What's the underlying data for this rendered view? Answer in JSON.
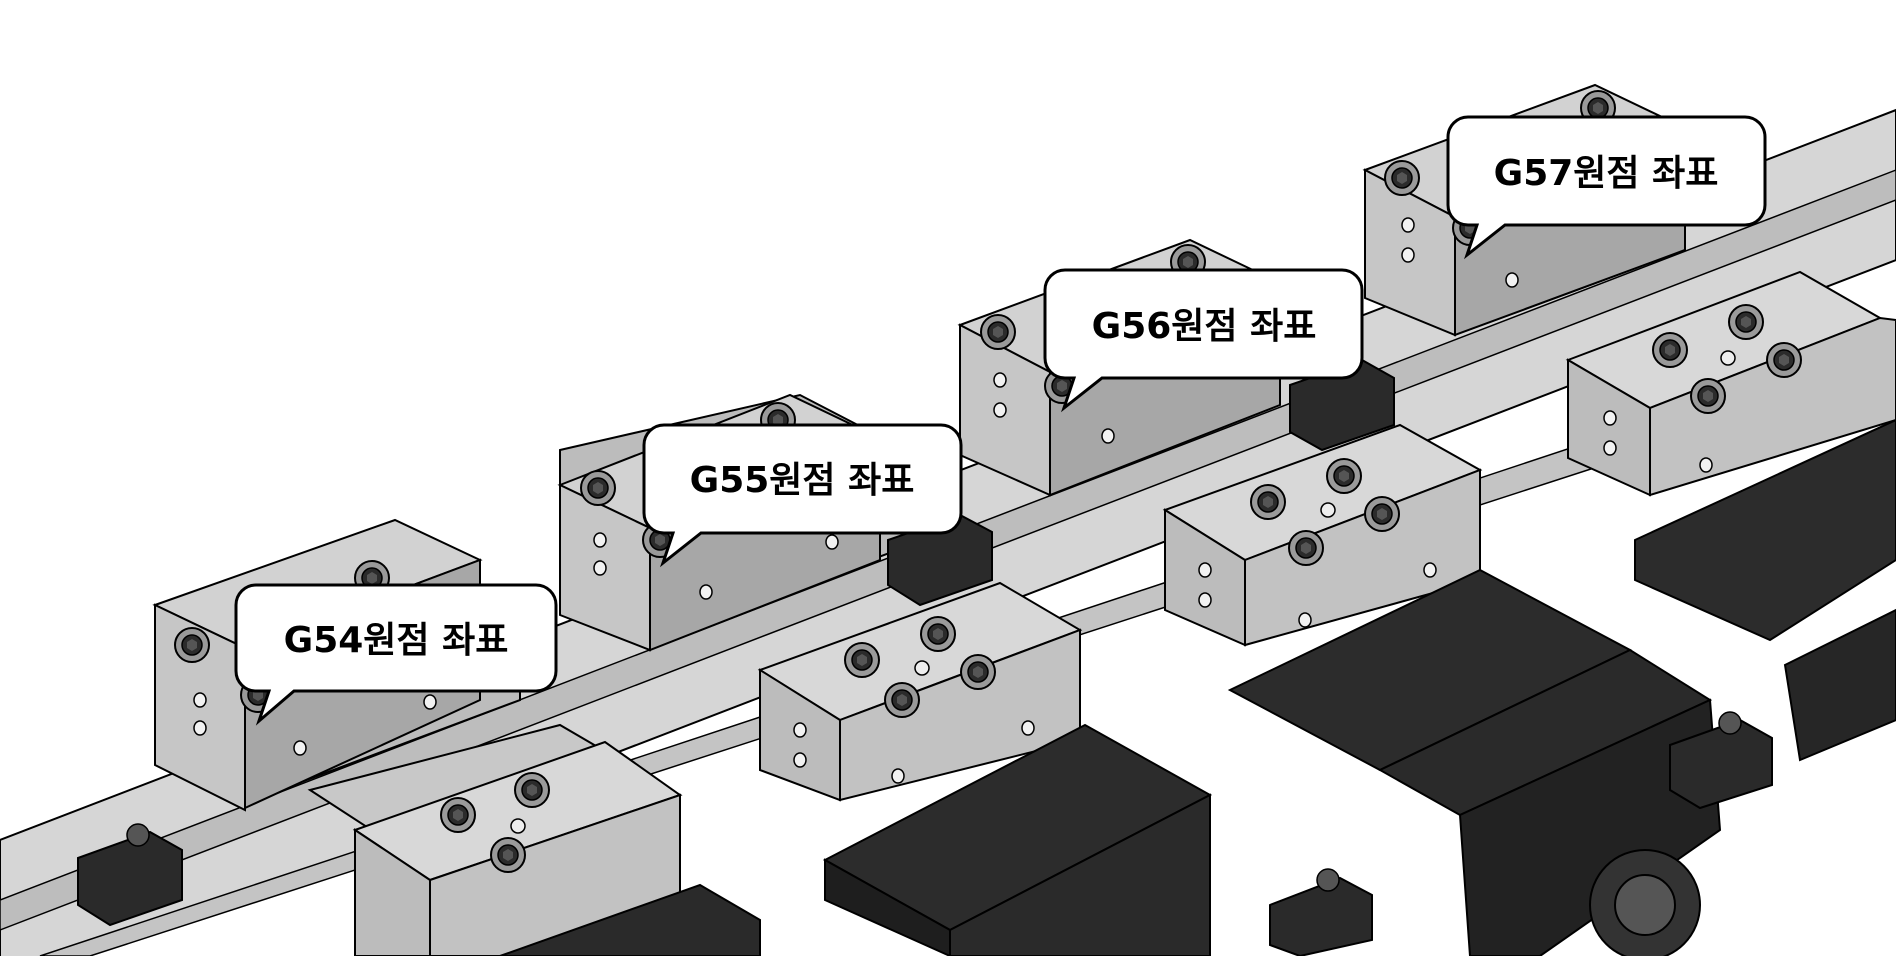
{
  "callouts": [
    {
      "label": "G54원점 좌표"
    },
    {
      "label": "G55원점 좌표"
    },
    {
      "label": "G56원점 좌표"
    },
    {
      "label": "G57원점 좌표"
    }
  ],
  "colors": {
    "background": "#ffffff",
    "rail": "#d4d4d4",
    "vise_body": "#cdcdcd",
    "vise_dark": "#2a2a2a",
    "outline": "#000000"
  }
}
